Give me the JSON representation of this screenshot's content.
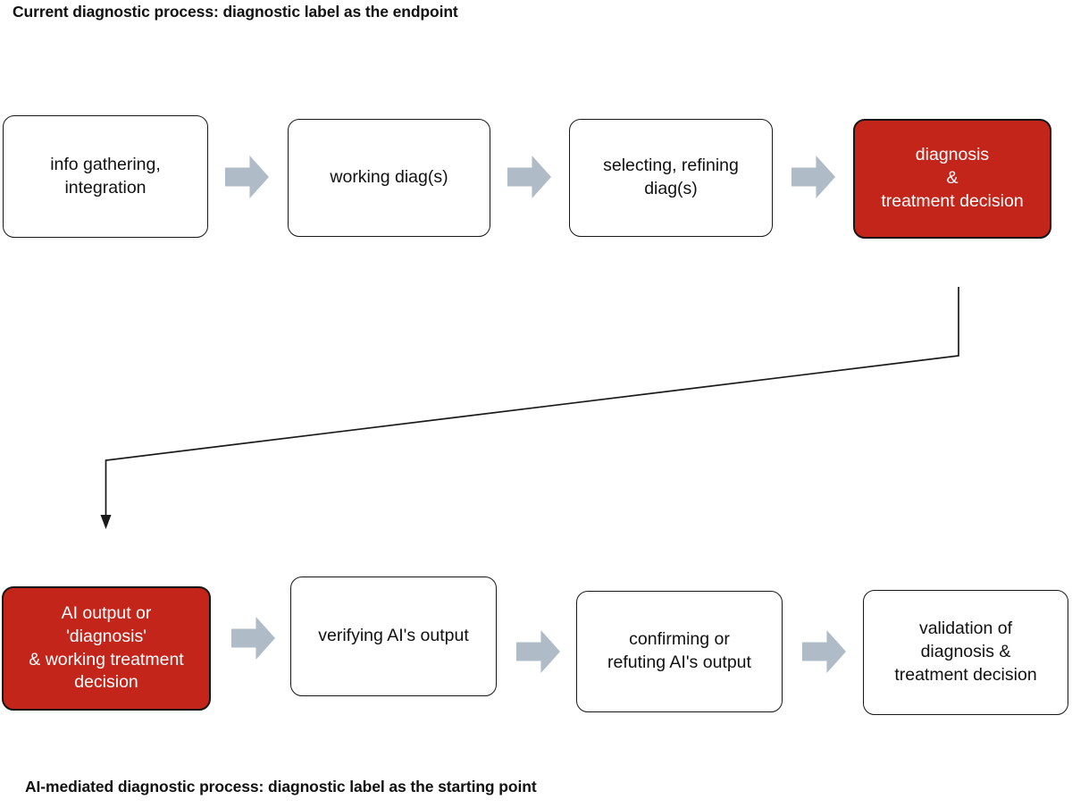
{
  "captions": {
    "top": "Current diagnostic process: diagnostic label as the endpoint",
    "bottom": "AI-mediated diagnostic process: diagnostic label as the starting point"
  },
  "colors": {
    "highlight_red": "#C4251B",
    "arrow_grey_blue": "#AFBCC8",
    "box_border": "#171717",
    "text_dark": "#111111",
    "text_light": "#FFFFFF",
    "background": "#FFFFFF"
  },
  "top_flow": {
    "name": "current-diagnostic-process",
    "steps": [
      {
        "id": "info-gathering",
        "label": "info gathering,\nintegration",
        "style": "white"
      },
      {
        "id": "working-diagnoses",
        "label": "working diag(s)",
        "style": "white"
      },
      {
        "id": "selecting-refining",
        "label": "selecting, refining\ndiag(s)",
        "style": "white"
      },
      {
        "id": "diagnosis-treatment-decision",
        "label": "diagnosis\n&\ntreatment decision",
        "style": "red"
      }
    ],
    "connectors": [
      "arrow-right",
      "arrow-right",
      "arrow-right"
    ]
  },
  "bottom_flow": {
    "name": "ai-mediated-diagnostic-process",
    "steps": [
      {
        "id": "ai-output-diagnosis",
        "label": "AI output or\n'diagnosis'\n& working treatment\ndecision",
        "style": "red"
      },
      {
        "id": "verifying-ai-output",
        "label": "verifying AI's output",
        "style": "white"
      },
      {
        "id": "confirming-refuting",
        "label": "confirming or\nrefuting AI's output",
        "style": "white"
      },
      {
        "id": "validation-diagnosis",
        "label": "validation of\ndiagnosis &\ntreatment decision",
        "style": "white"
      }
    ],
    "connectors": [
      "arrow-right",
      "arrow-right",
      "arrow-right"
    ]
  },
  "linking_arrow": {
    "id": "endpoint-to-starting-point-arrow",
    "from": "diagnosis-treatment-decision",
    "to": "ai-output-diagnosis",
    "shape": "elbow-diagonal-elbow-with-arrowhead"
  }
}
